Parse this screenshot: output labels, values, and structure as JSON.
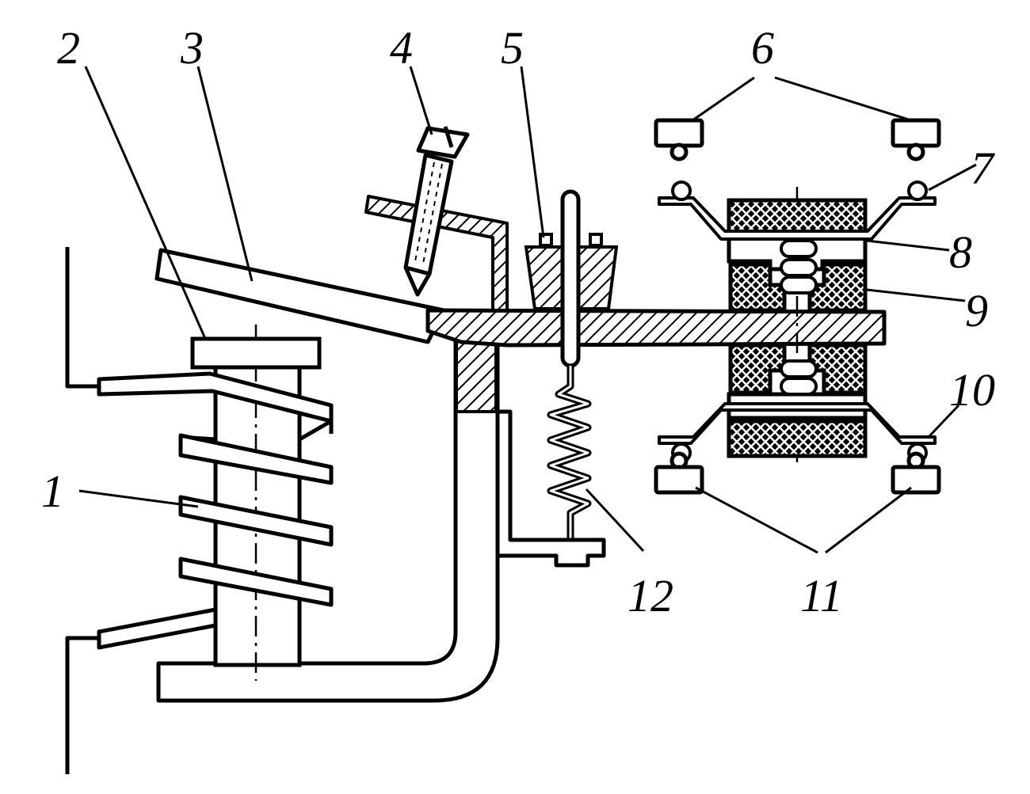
{
  "diagram": {
    "colors": {
      "ink": "#000000",
      "paper": "#ffffff"
    },
    "callouts": [
      {
        "id": "1",
        "text": "1"
      },
      {
        "id": "2",
        "text": "2"
      },
      {
        "id": "3",
        "text": "3"
      },
      {
        "id": "4",
        "text": "4"
      },
      {
        "id": "5",
        "text": "5"
      },
      {
        "id": "6",
        "text": "6"
      },
      {
        "id": "7",
        "text": "7"
      },
      {
        "id": "8",
        "text": "8"
      },
      {
        "id": "9",
        "text": "9"
      },
      {
        "id": "10",
        "text": "10"
      },
      {
        "id": "11",
        "text": "11"
      },
      {
        "id": "12",
        "text": "12"
      }
    ]
  }
}
